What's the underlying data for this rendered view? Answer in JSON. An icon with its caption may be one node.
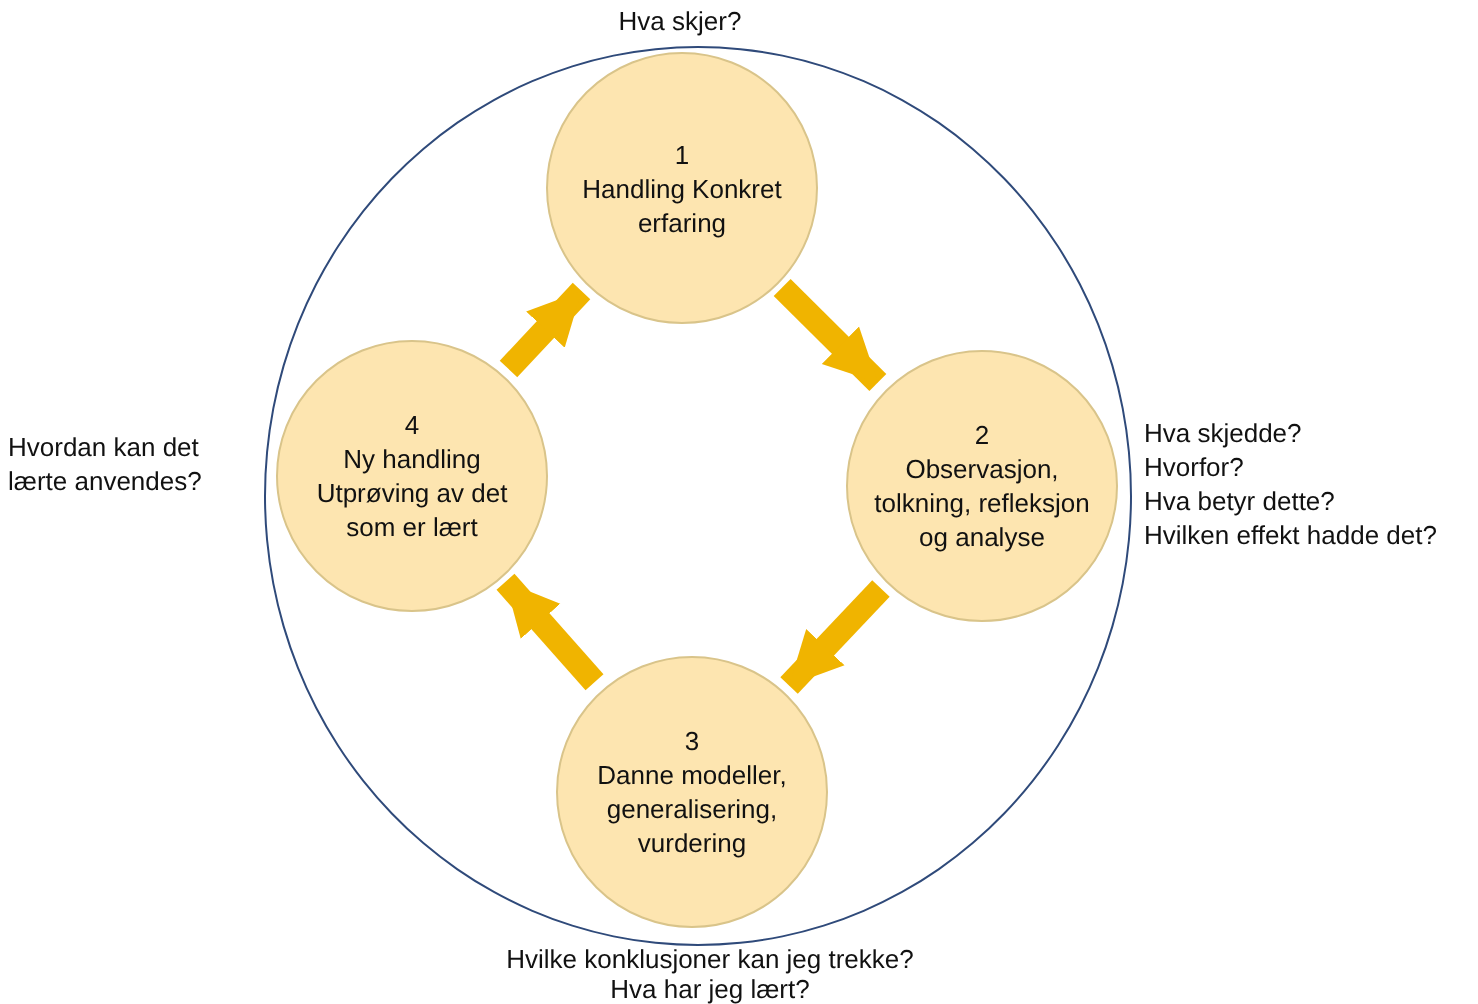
{
  "diagram": {
    "nodes": [
      {
        "text": [],
        "shape": "circle"
      },
      {
        "text": [
          "1",
          "Handling Konkret erfaring"
        ],
        "in": 0,
        "beside": [
          "Hva skjer?"
        ]
      },
      {
        "text": [
          "2",
          "Observasjon, tolkning, refleksjon og analyse"
        ],
        "in": 0,
        "beside": [
          "Hva skjedde?",
          "Hvorfor?",
          "Hva betyr dette?",
          "Hvilken effekt hadde det?"
        ]
      },
      {
        "text": [
          "3",
          "Danne modeller, generalisering, vurdering"
        ],
        "in": 0,
        "beside": [
          "Hvilke konklusjoner kan jeg trekke?",
          "Hva har jeg lært?"
        ]
      },
      {
        "text": [
          "4",
          "Ny handling Utprøving av det som er lært"
        ],
        "in": 0,
        "beside": [
          "Hvordan kan det lærte anvendes?"
        ]
      }
    ],
    "edges": [
      {
        "from": 1,
        "to": 2,
        "arrow": "to"
      },
      {
        "from": 2,
        "to": 3,
        "arrow": "to"
      },
      {
        "from": 3,
        "to": 4,
        "arrow": "to"
      },
      {
        "from": 4,
        "to": 1,
        "arrow": "to"
      }
    ]
  }
}
